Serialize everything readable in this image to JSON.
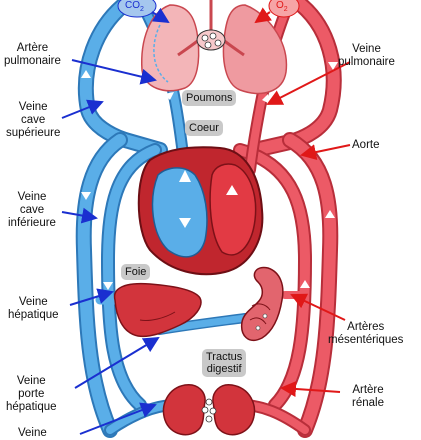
{
  "gases": {
    "co2": "CO",
    "co2_sub": "2",
    "o2": "O",
    "o2_sub": "2"
  },
  "organs": {
    "lungs": "Poumons",
    "heart": "Coeur",
    "liver": "Foie",
    "gut": "Tractus\ndigestif"
  },
  "labels": {
    "pulmonary_artery": "Artère\npulmonaire",
    "superior_vena_cava": "Veine\ncave\nsupérieure",
    "inferior_vena_cava": "Veine\ncave\ninférieure",
    "hepatic_vein": "Veine\nhépatique",
    "hepatic_portal_vein": "Veine\nporte\nhépatique",
    "renal_vein": "Veine",
    "pulmonary_vein": "Veine\npulmonaire",
    "aorta": "Aorte",
    "mesenteric_arteries": "Artères\nmésentériques",
    "renal_artery": "Artère\nrénale"
  },
  "colors": {
    "venous": "#5aaee8",
    "venous_dark": "#2d78b8",
    "arterial": "#ec5a66",
    "arterial_dark": "#b82e3a",
    "pointer_blue": "#1a2fd0",
    "pointer_red": "#e01818",
    "organ_red": "#d2343c",
    "lung_fill": "#f3b5b8"
  }
}
